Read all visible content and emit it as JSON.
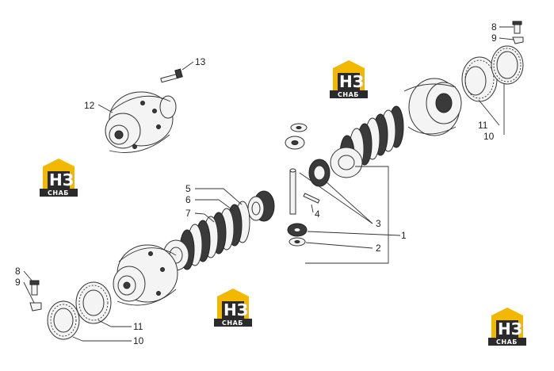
{
  "diagram": {
    "callouts_upper_right": {
      "bolt": "8",
      "washer": "9",
      "ring_nut": "10",
      "bearing": "11"
    },
    "callouts_upper_left": {
      "bolt": "13",
      "housing": "12"
    },
    "callouts_center": {
      "clutch_disc_a": "5",
      "clutch_disc_b": "6",
      "clutch_pack": "7",
      "pin": "4",
      "side_gear": "3",
      "spider_gear": "1",
      "thrust_washer": "2"
    },
    "callouts_lower_left": {
      "bolt": "8",
      "washer": "9",
      "bearing": "11",
      "ring_nut": "10"
    }
  },
  "watermarks": [
    {
      "mark": "НЗ",
      "sub": "СНАБ"
    },
    {
      "mark": "НЗ",
      "sub": "СНАБ"
    },
    {
      "mark": "НЗ",
      "sub": "СНАБ"
    },
    {
      "mark": "НЗ",
      "sub": "СНАБ"
    }
  ],
  "colors": {
    "logo_yellow": "#f2b800",
    "logo_dark": "#2b2b2b",
    "line": "#333333"
  }
}
